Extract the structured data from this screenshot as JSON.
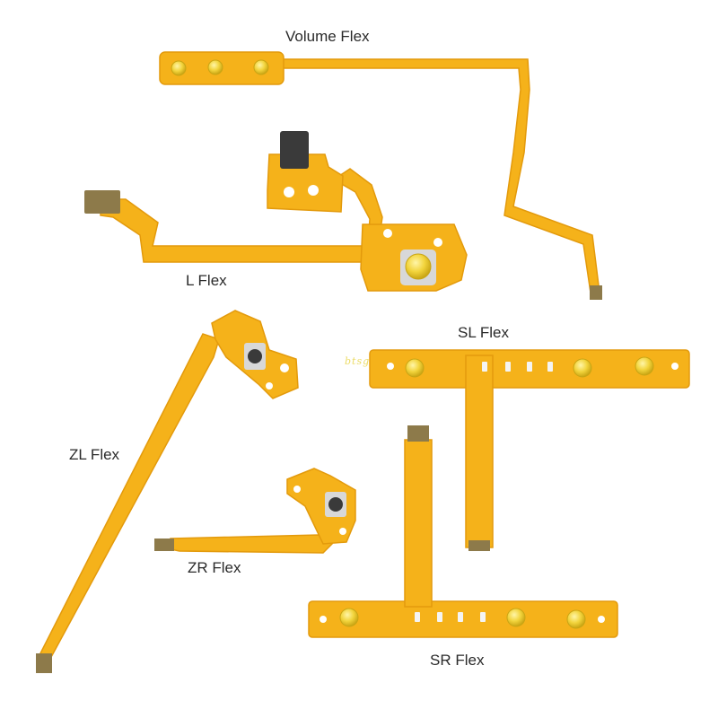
{
  "labels": {
    "volume_flex": "Volume Flex",
    "l_flex": "L Flex",
    "sl_flex": "SL Flex",
    "zl_flex": "ZL Flex",
    "zr_flex": "ZR Flex",
    "sr_flex": "SR Flex"
  },
  "watermark": "btsg",
  "colors": {
    "background": "#ffffff",
    "flex_fill": "#f5b21a",
    "flex_edge": "#e39a0c",
    "button_gold": "#f2d43c",
    "button_ring": "#c9a514",
    "connector_metal": "#8d7a4a",
    "switch_body": "#3a3a3a",
    "text": "#2a2a2a"
  }
}
